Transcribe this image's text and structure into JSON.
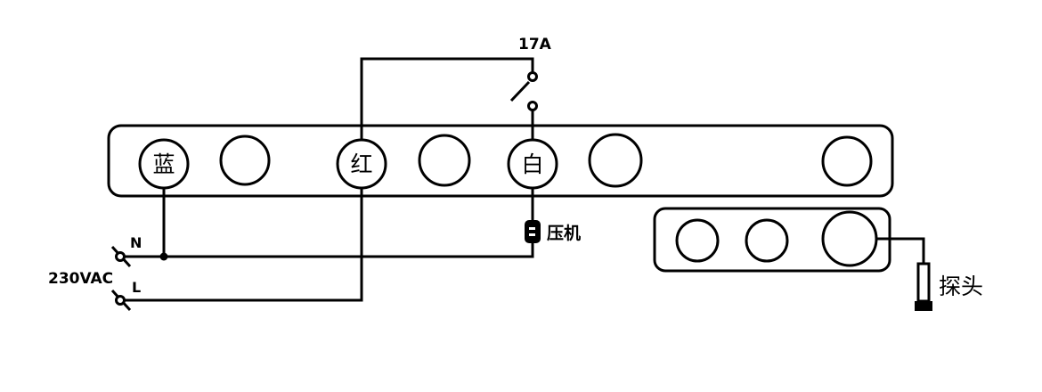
{
  "diagram": {
    "labels": {
      "relay_rating": "17A",
      "neutral": "N",
      "line": "L",
      "supply": "230VAC",
      "compressor": "压机",
      "probe": "探头"
    },
    "main_terminals": [
      {
        "label": "蓝"
      },
      {
        "label": ""
      },
      {
        "label": "红"
      },
      {
        "label": ""
      },
      {
        "label": "白"
      },
      {
        "label": ""
      },
      {
        "label": ""
      }
    ],
    "sensor_terminals": [
      {
        "label": ""
      },
      {
        "label": ""
      },
      {
        "label": ""
      }
    ]
  }
}
